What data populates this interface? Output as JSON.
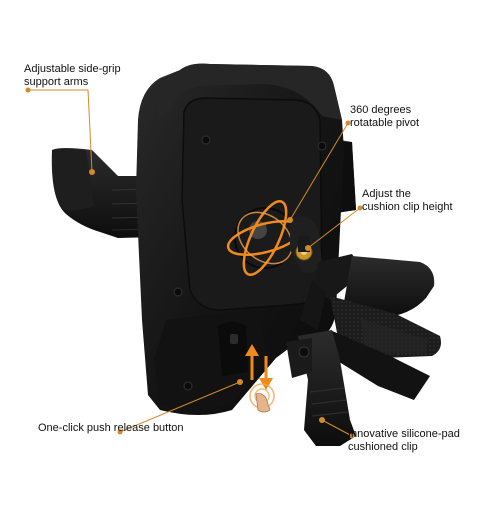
{
  "colors": {
    "background": "#ffffff",
    "device_body": "#161616",
    "device_edge": "#2e2e2e",
    "accent_orange": "#f08a1c",
    "leader_line": "#d48a2a",
    "text": "#111111"
  },
  "callouts": {
    "side_grip": {
      "line1": "Adjustable side-grip",
      "line2": "support arms"
    },
    "pivot": {
      "line1": "360 degrees",
      "line2": "rotatable pivot"
    },
    "clip_height": {
      "line1": "Adjust the",
      "line2": "cushion clip height"
    },
    "release": {
      "line1": "One-click push release button"
    },
    "silicone": {
      "line1": "Innovative silicone-pad",
      "line2": "cushioned clip"
    }
  },
  "icons": {
    "release_arrows": "up-down-arrow-icon",
    "finger_press": "finger-press-icon",
    "rotation_rings": "rotation-rings-icon"
  }
}
